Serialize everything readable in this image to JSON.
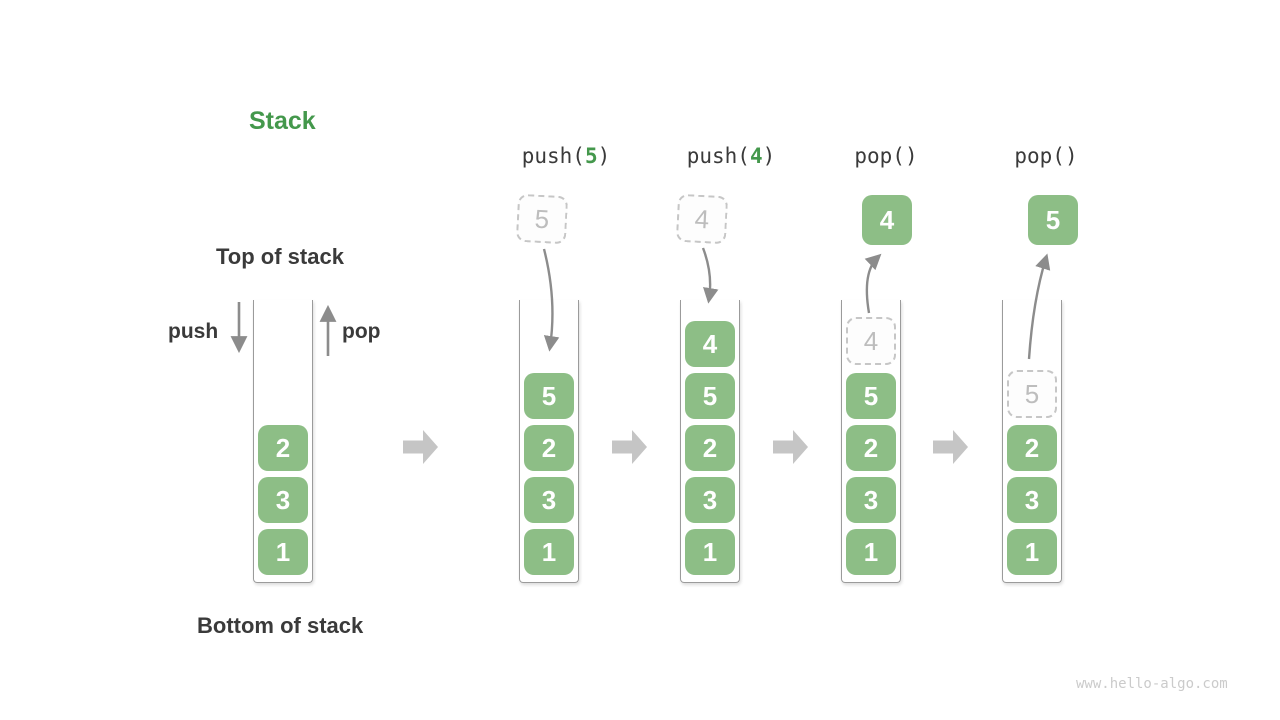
{
  "title": "Stack",
  "labels": {
    "top_of_stack": "Top of stack",
    "bottom_of_stack": "Bottom of stack",
    "push": "push",
    "pop": "pop"
  },
  "operations": [
    {
      "prefix": "push(",
      "arg": "5",
      "suffix": ")"
    },
    {
      "prefix": "push(",
      "arg": "4",
      "suffix": ")"
    },
    {
      "prefix": "pop(",
      "arg": "",
      "suffix": ")"
    },
    {
      "prefix": "pop(",
      "arg": "",
      "suffix": ")"
    }
  ],
  "columns": [
    {
      "values": [
        "2",
        "3",
        "1"
      ]
    },
    {
      "incoming": "5",
      "values": [
        "5",
        "2",
        "3",
        "1"
      ]
    },
    {
      "incoming": "4",
      "values": [
        "4",
        "5",
        "2",
        "3",
        "1"
      ]
    },
    {
      "popped": "4",
      "ghost": "4",
      "values": [
        "5",
        "2",
        "3",
        "1"
      ]
    },
    {
      "popped": "5",
      "ghost": "5",
      "values": [
        "2",
        "3",
        "1"
      ]
    }
  ],
  "icons": {
    "push_arrow": "arrow-down",
    "pop_arrow": "arrow-up",
    "insert_arrow": "curved-arrow-down",
    "remove_arrow": "curved-arrow-up",
    "transition_arrow": "block-arrow-right"
  },
  "watermark": "www.hello-algo.com",
  "colors": {
    "box_green": "#8DBE86",
    "accent_green": "#44984C",
    "text_dark": "#3A3A3A",
    "arrow_gray": "#8C8C8C",
    "ghost_border": "#C6C6C6",
    "ghost_text": "#BDBDBD",
    "block_arrow": "#C5C5C5",
    "watermark_gray": "#CBCBCB"
  }
}
